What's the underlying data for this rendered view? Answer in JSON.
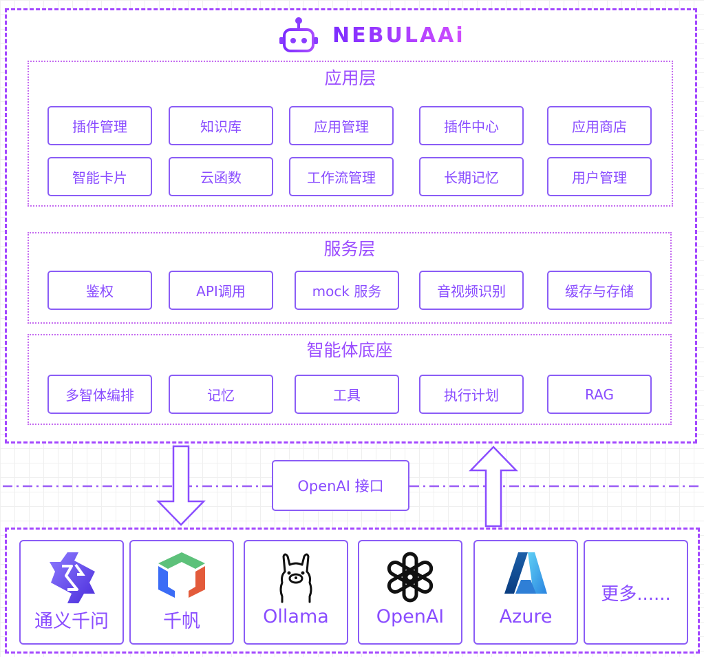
{
  "brand": {
    "name": "NEBULAAi",
    "logo_icon": "robot-icon",
    "accent": "#8a4dff",
    "border": "#a347ff"
  },
  "layers": [
    {
      "title": "应用层",
      "modules": [
        "插件管理",
        "知识库",
        "应用管理",
        "插件中心",
        "应用商店",
        "智能卡片",
        "云函数",
        "工作流管理",
        "长期记忆",
        "用户管理"
      ]
    },
    {
      "title": "服务层",
      "modules": [
        "鉴权",
        "API调用",
        "mock 服务",
        "音视频识别",
        "缓存与存储"
      ]
    },
    {
      "title": "智能体底座",
      "modules": [
        "多智体编排",
        "记忆",
        "工具",
        "执行计划",
        "RAG"
      ]
    }
  ],
  "interface": {
    "label": "OpenAI 接口",
    "down_arrow": "arrow-down-icon",
    "up_arrow": "arrow-up-icon"
  },
  "providers": [
    {
      "name": "通义千问",
      "icon": "tongyi-qianwen-logo-icon"
    },
    {
      "name": "千帆",
      "icon": "qianfan-logo-icon"
    },
    {
      "name": "Ollama",
      "icon": "ollama-llama-logo-icon"
    },
    {
      "name": "OpenAI",
      "icon": "openai-logo-icon"
    },
    {
      "name": "Azure",
      "icon": "azure-logo-icon"
    },
    {
      "name": "更多......",
      "icon": ""
    }
  ]
}
